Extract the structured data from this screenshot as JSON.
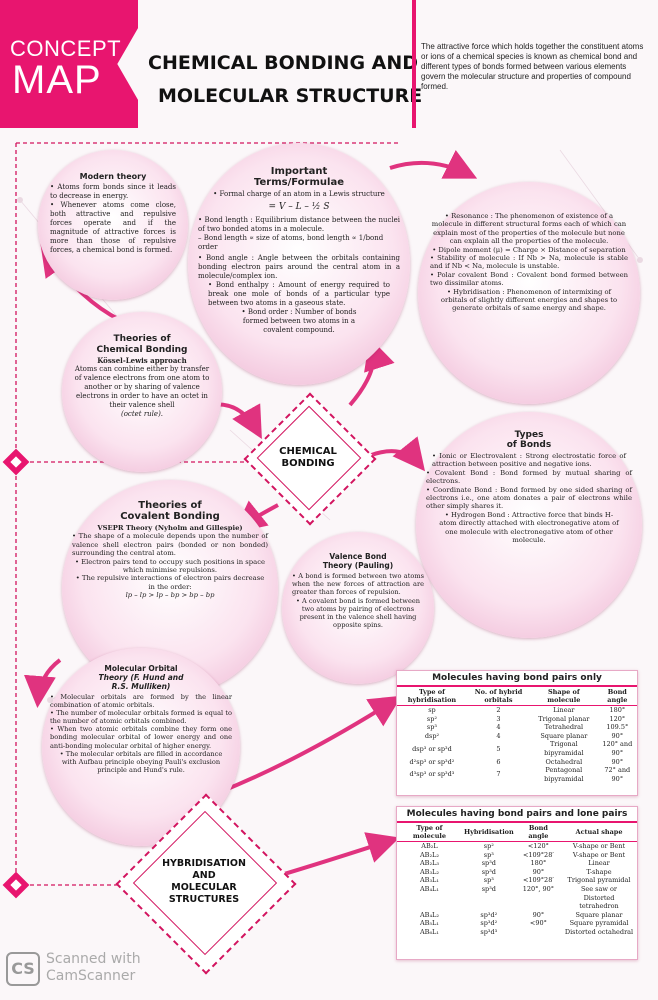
{
  "header": {
    "tag_top": "CONCEPT",
    "tag_bottom": "MAP",
    "title_line1": "CHEMICAL BONDING AND",
    "title_line2": "MOLECULAR STRUCTURE",
    "description": "The attractive force which holds together the constituent atoms or ions of a chemical species is known as chemical bond and different types of bonds formed between various elements govern the molecular structure and properties of compound formed."
  },
  "modern_theory": {
    "title": "Modern theory",
    "p1": "• Atoms form bonds since it leads to decrease in energy.",
    "p2": "• Whenever atoms come close, both attractive and repulsive forces operate and if the magnitude of attractive forces is more than those of repulsive forces, a chemical bond is formed."
  },
  "important_terms": {
    "title1": "Important",
    "title2": "Terms/Formulae",
    "formal_charge": "• Formal charge of an atom in a Lewis structure",
    "formula": "= V – L – ½ S",
    "bond_length": "• Bond length : Equilibrium distance between the nuclei of two bonded atoms in a molecule.",
    "bond_length_rel": "– Bond length ∝ size of atoms, bond length ∝ 1/bond order",
    "bond_angle": "• Bond angle : Angle between the orbitals containing bonding electron pairs around the central atom in a molecule/complex ion.",
    "bond_enthalpy": "• Bond enthalpy : Amount of energy required to break one mole of bonds of a particular type between two atoms in a gaseous state.",
    "bond_order": "• Bond order : Number of bonds formed between two atoms in a covalent compound."
  },
  "resonance": {
    "resonance": "• Resonance : The phenomenon of existence of a molecule in different structural forms each of which can explain most of the properties of the molecule but none can explain all the properties of the molecule.",
    "dipole": "• Dipole moment (μ) = Charge × Distance of separation",
    "stability": "• Stability of molecule : If Nb > Na, molecule is stable and if Nb < Na, molecule is unstable.",
    "polar": "• Polar covalent Bond : Covalent bond formed between two dissimilar atoms.",
    "hybridisation": "• Hybridisation : Phenomenon of intermixing of orbitals of slightly different energies and shapes to generate orbitals of same energy and shape."
  },
  "theories_chemical": {
    "title1": "Theories of",
    "title2": "Chemical Bonding",
    "subtitle": "Kössel-Lewis approach",
    "body": "Atoms can combine either by transfer of valence electrons from one atom to another or by sharing of valence electrons in order to have an octet in their valence shell",
    "tail": "(octet rule)."
  },
  "center_node": {
    "line1": "CHEMICAL",
    "line2": "BONDING"
  },
  "types_of_bonds": {
    "title1": "Types",
    "title2": "of Bonds",
    "ionic": "• Ionic or Electrovalent : Strong electrostatic force of attraction between positive and negative ions.",
    "covalent": "• Covalent Bond : Bond formed by mutual sharing of electrons.",
    "coordinate": "• Coordinate Bond : Bond formed by one sided sharing of electrons i.e., one atom donates a pair of electrons while other simply shares it.",
    "hydrogen": "• Hydrogen Bond : Attractive force that binds H-atom directly attached with electronegative atom of one molecule with electronegative atom of other molecule."
  },
  "theories_covalent": {
    "title1": "Theories of",
    "title2": "Covalent Bonding",
    "subtitle": "VSEPR Theory (Nyholm and Gillespie)",
    "p1": "• The shape of a molecule depends upon the number of valence shell electron pairs (bonded or non bonded) surrounding the central atom.",
    "p2": "• Electron pairs tend to occupy such positions in space which minimise repulsions.",
    "p3": "• The repulsive interactions of electron pairs decrease in the order:",
    "order": "lp – lp > lp – bp > bp – bp"
  },
  "valence_bond": {
    "title1": "Valence Bond",
    "title2": "Theory (Pauling)",
    "p1": "• A bond is formed between two atoms when the new forces of attraction are greater than forces of repulsion.",
    "p2": "• A covalent bond is formed between two atoms by pairing of electrons present in the valence shell having opposite spins."
  },
  "mo_theory": {
    "title1": "Molecular Orbital",
    "title2": "Theory (F. Hund and",
    "title3": "R.S. Mulliken)",
    "p1": "• Molecular orbitals are formed by the linear combination of atomic orbitals.",
    "p2": "• The number of molecular orbitals formed is equal to the number of atomic orbitals combined.",
    "p3": "• When two atomic orbitals combine they form one bonding molecular orbital of lower energy and one anti-bonding molecular orbital of higher energy.",
    "p4": "• The molecular orbitals are filled in accordance with Aufbau principle obeying Pauli's exclusion principle and Hund's rule."
  },
  "hybrid_node": {
    "line1": "HYBRIDISATION",
    "line2": "AND",
    "line3": "MOLECULAR",
    "line4": "STRUCTURES"
  },
  "table1": {
    "title": "Molecules having bond pairs only",
    "headers": [
      "Type of hybridisation",
      "No. of hybrid orbitals",
      "Shape of molecule",
      "Bond angle"
    ],
    "rows": [
      [
        "sp",
        "2",
        "Linear",
        "180°"
      ],
      [
        "sp²",
        "3",
        "Trigonal planar",
        "120°"
      ],
      [
        "sp³",
        "4",
        "Tetrahedral",
        "109.5°"
      ],
      [
        "dsp²",
        "4",
        "Square planar",
        "90°"
      ],
      [
        "dsp³ or sp³d",
        "5",
        "Trigonal bipyramidal",
        "120° and 90°"
      ],
      [
        "d²sp³ or sp³d²",
        "6",
        "Octahedral",
        "90°"
      ],
      [
        "d³sp³ or sp³d³",
        "7",
        "Pentagonal bipyramidal",
        "72° and 90°"
      ]
    ]
  },
  "table2": {
    "title": "Molecules having bond pairs and lone pairs",
    "headers": [
      "Type of molecule",
      "Hybridisation",
      "Bond angle",
      "Actual shape"
    ],
    "rows": [
      [
        "AB₂L",
        "sp²",
        "<120°",
        "V-shape or Bent"
      ],
      [
        "AB₂L₂",
        "sp³",
        "<109°28′",
        "V-shape or Bent"
      ],
      [
        "AB₂L₃",
        "sp³d",
        "180°",
        "Linear"
      ],
      [
        "AB₃L₂",
        "sp³d",
        "90°",
        "T-shape"
      ],
      [
        "AB₃L₁",
        "sp³",
        "<109°28′",
        "Trigonal pyramidal"
      ],
      [
        "AB₄L₁",
        "sp³d",
        "120°, 90°",
        "See saw or"
      ],
      [
        "",
        "",
        "",
        "Distorted tetrahedron"
      ],
      [
        "AB₄L₂",
        "sp³d²",
        "90°",
        "Square planar"
      ],
      [
        "AB₅L₁",
        "sp³d²",
        "<90°",
        "Square pyramidal"
      ],
      [
        "AB₆L₁",
        "sp³d³",
        "",
        "Distorted octahedral"
      ]
    ]
  },
  "footer": {
    "badge": "CS",
    "line1": "Scanned with",
    "line2": "CamScanner"
  },
  "colors": {
    "accent": "#e8156f",
    "circle_fill": "#fbe3ef",
    "arrow": "#e0337f"
  }
}
